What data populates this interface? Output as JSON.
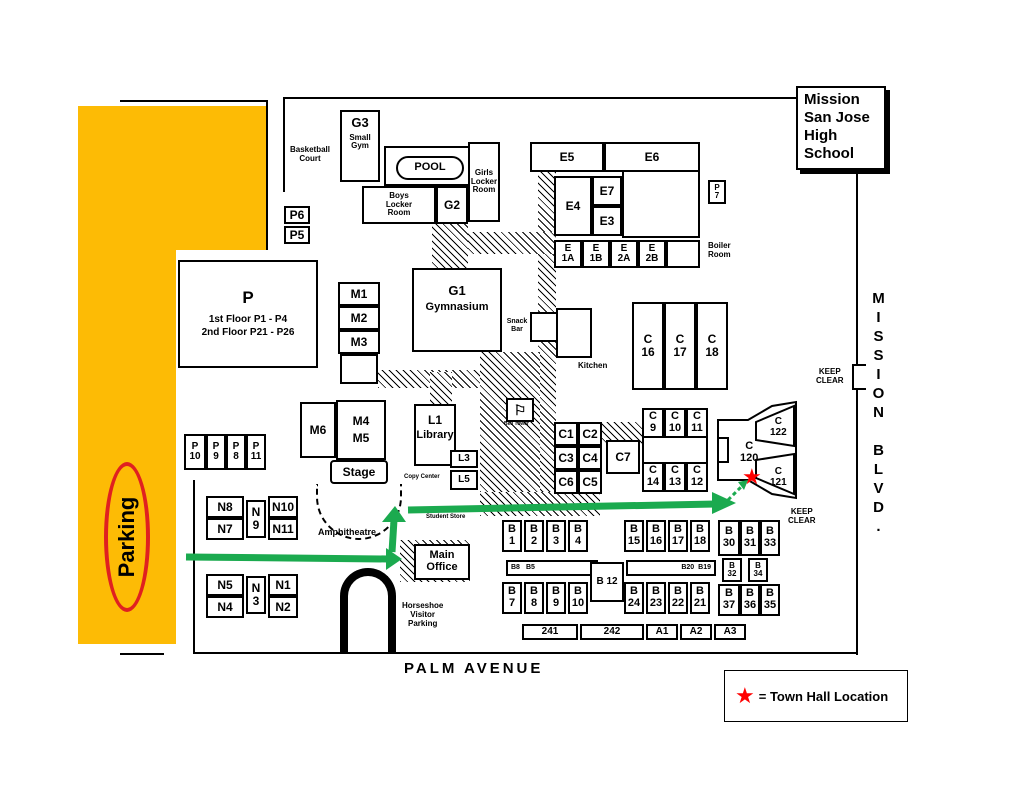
{
  "school": {
    "title_lines": [
      "Mission",
      "San Jose",
      "High",
      "School"
    ]
  },
  "streets": {
    "mission": "MISSION BLVD.",
    "palm": "PALM AVENUE",
    "keep_clear": [
      "KEEP",
      "CLEAR"
    ]
  },
  "parking": {
    "label": "Parking",
    "fill_color": "#FDBB05",
    "ring_color": "#E02020"
  },
  "route": {
    "color": "#1BAA4F"
  },
  "legend": {
    "star": "★",
    "text": "= Town Hall Location",
    "star_color": "#FF0000"
  },
  "labels": {
    "basketball": [
      "Basketball",
      "Court"
    ],
    "small_gym": [
      "Small",
      "Gym"
    ],
    "snack_bar": [
      "Snack",
      "Bar"
    ],
    "kitchen": "Kitchen",
    "boiler": [
      "Boiler",
      "Room"
    ],
    "copy_center": "Copy Center",
    "student_store": "Student Store",
    "amphitheatre": "Amphitheatre",
    "horseshoe": [
      "Horseshoe",
      "Visitor",
      "Parking"
    ],
    "bell_tower": "Bell Tower"
  },
  "buildings": {
    "G3": "G3",
    "POOL": "POOL",
    "girls": [
      "Girls",
      "Locker",
      "Room"
    ],
    "boys": [
      "Boys",
      "Locker",
      "Room"
    ],
    "G2": "G2",
    "P6": "P6",
    "P5": "P5",
    "P7": [
      "P",
      "7"
    ],
    "P": "P",
    "P_floor1": "1st Floor  P1 - P4",
    "P_floor2": "2nd Floor  P21 - P26",
    "M1": "M1",
    "M2": "M2",
    "M3": "M3",
    "M4": "M4",
    "M5": "M5",
    "M6": "M6",
    "stage": "Stage",
    "G1": "G1",
    "G1_name": "Gymnasium",
    "E5": "E5",
    "E6": "E6",
    "E4": "E4",
    "E7": "E7",
    "E3": "E3",
    "E1A": [
      "E",
      "1A"
    ],
    "E1B": [
      "E",
      "1B"
    ],
    "E2A": [
      "E",
      "2A"
    ],
    "E2B": [
      "E",
      "2B"
    ],
    "C16": [
      "C",
      "16"
    ],
    "C17": [
      "C",
      "17"
    ],
    "C18": [
      "C",
      "18"
    ],
    "L1": "L1",
    "library": "Library",
    "L3": "L3",
    "L5": "L5",
    "C1": "C1",
    "C2": "C2",
    "C3": "C3",
    "C4": "C4",
    "C6": "C6",
    "C5": "C5",
    "C7": "C7",
    "C9": [
      "C",
      "9"
    ],
    "C10": [
      "C",
      "10"
    ],
    "C11": [
      "C",
      "11"
    ],
    "C14": [
      "C",
      "14"
    ],
    "C13": [
      "C",
      "13"
    ],
    "C12": [
      "C",
      "12"
    ],
    "C120": [
      "C",
      "120"
    ],
    "C122": [
      "C",
      "122"
    ],
    "C121": [
      "C",
      "121"
    ],
    "P10": [
      "P",
      "10"
    ],
    "P9": [
      "P",
      "9"
    ],
    "P8": [
      "P",
      "8"
    ],
    "P11": [
      "P",
      "11"
    ],
    "N8": "N8",
    "N7": "N7",
    "N9": [
      "N",
      "9"
    ],
    "N10": "N10",
    "N11": "N11",
    "N5": "N5",
    "N4": "N4",
    "N3": [
      "N",
      "3"
    ],
    "N1": "N1",
    "N2": "N2",
    "main_office": [
      "Main",
      "Office"
    ],
    "B1": [
      "B",
      "1"
    ],
    "B2": [
      "B",
      "2"
    ],
    "B3": [
      "B",
      "3"
    ],
    "B4": [
      "B",
      "4"
    ],
    "B8": "B8",
    "B5": "B5",
    "B7": [
      "B",
      "7"
    ],
    "B8b": [
      "B",
      "8"
    ],
    "B9": [
      "B",
      "9"
    ],
    "B10": [
      "B",
      "10"
    ],
    "B12": "B 12",
    "B15": [
      "B",
      "15"
    ],
    "B16": [
      "B",
      "16"
    ],
    "B17": [
      "B",
      "17"
    ],
    "B18": [
      "B",
      "18"
    ],
    "B20": "B20",
    "B19": "B19",
    "B24": [
      "B",
      "24"
    ],
    "B23": [
      "B",
      "23"
    ],
    "B22": [
      "B",
      "22"
    ],
    "B21": [
      "B",
      "21"
    ],
    "B30": [
      "B",
      "30"
    ],
    "B31": [
      "B",
      "31"
    ],
    "B33": [
      "B",
      "33"
    ],
    "B32": [
      "B",
      "32"
    ],
    "B34": [
      "B",
      "34"
    ],
    "B37": [
      "B",
      "37"
    ],
    "B36": [
      "B",
      "36"
    ],
    "B35": [
      "B",
      "35"
    ],
    "R241": "241",
    "R242": "242",
    "A1": "A1",
    "A2": "A2",
    "A3": "A3"
  }
}
